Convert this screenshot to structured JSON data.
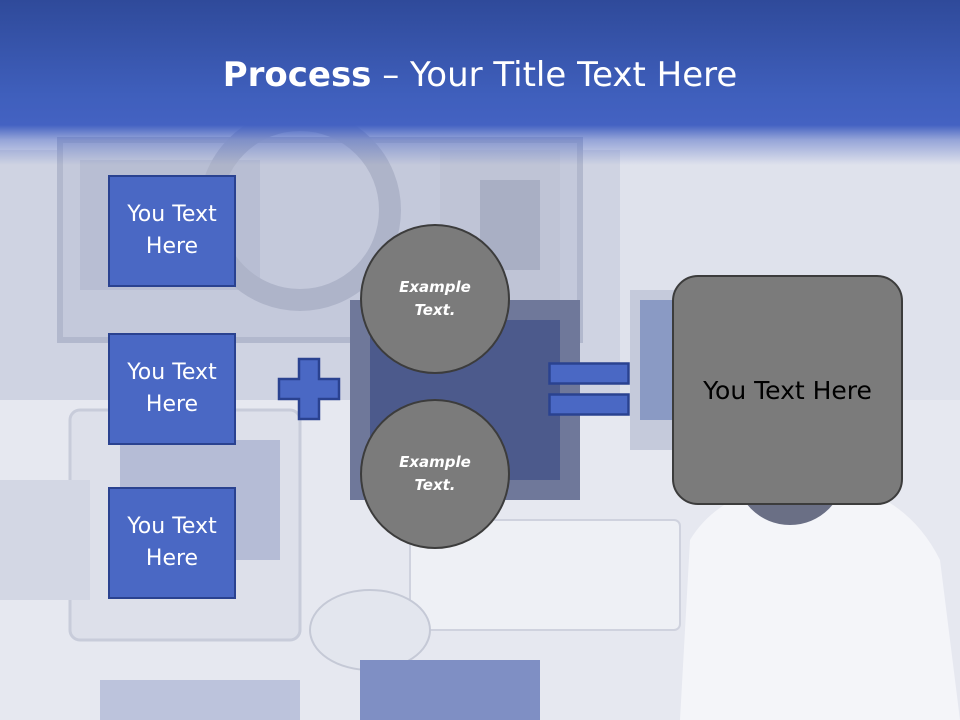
{
  "title": {
    "bold": "Process",
    "rest": " – Your Title Text Here"
  },
  "boxes": [
    {
      "label": "You Text Here"
    },
    {
      "label": "You Text Here"
    },
    {
      "label": "You Text Here"
    }
  ],
  "circles": [
    {
      "label": "Example Text."
    },
    {
      "label": "Example Text."
    }
  ],
  "result": {
    "label": "You Text Here"
  },
  "colors": {
    "header_blue": "#3f5fbc",
    "box_blue": "#4a68c4",
    "circle_gray": "#7b7b7b",
    "outline_dark": "#3c3c3c"
  },
  "icons": {
    "plus": "plus-icon",
    "equals": "equals-icon"
  }
}
